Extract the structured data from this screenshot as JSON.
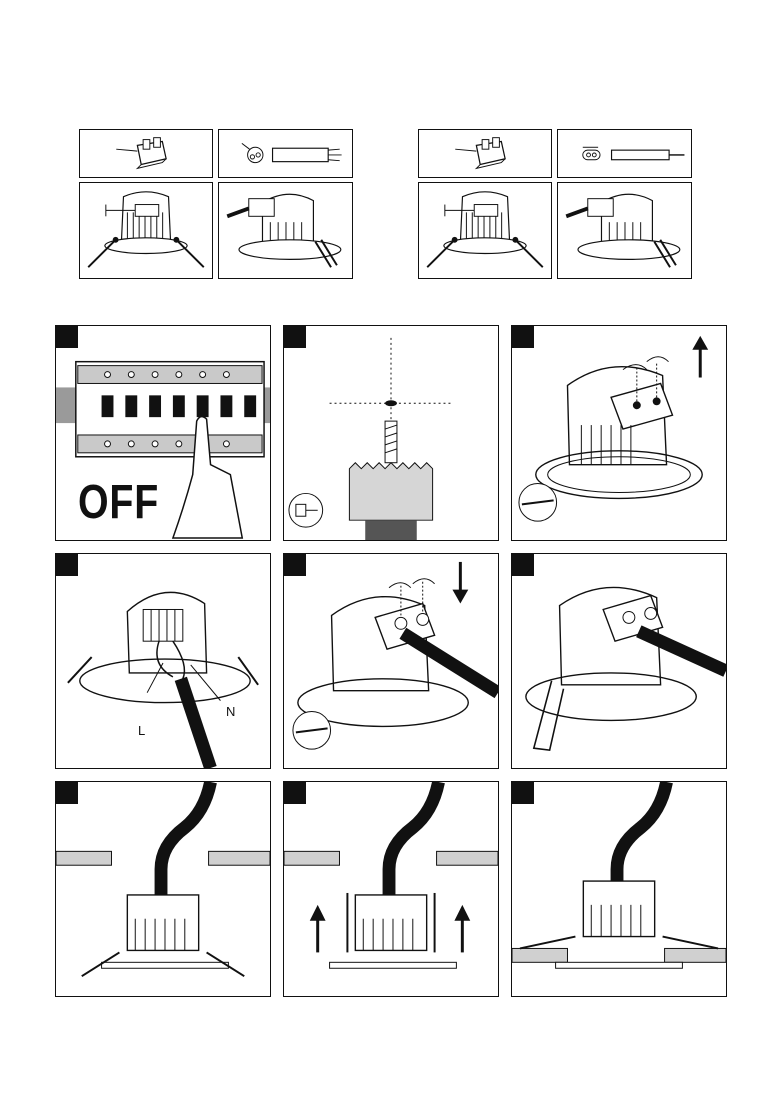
{
  "colors": {
    "ink": "#111111",
    "gray": "#8a8a8a",
    "light": "#d9d9d9",
    "paper": "#ffffff"
  },
  "steps": [
    {
      "id": 1,
      "text": "OFF",
      "icon": "circuit-breaker-icon"
    },
    {
      "id": 2,
      "icon": "hole-saw-icon"
    },
    {
      "id": 3,
      "icon": "screw-open-icon"
    },
    {
      "id": 4,
      "labels": {
        "live": "L",
        "neutral": "N"
      },
      "icon": "wiring-icon"
    },
    {
      "id": 5,
      "icon": "screw-close-icon"
    },
    {
      "id": 6,
      "icon": "assembled-light-icon"
    },
    {
      "id": 7,
      "icon": "spring-clip-icon"
    },
    {
      "id": 8,
      "icon": "insert-arrows-icon"
    },
    {
      "id": 9,
      "icon": "installed-light-icon"
    }
  ],
  "top_icons": [
    "strain-relief-icon",
    "cable-icon",
    "downlight-side-icon",
    "downlight-cable-icon"
  ]
}
